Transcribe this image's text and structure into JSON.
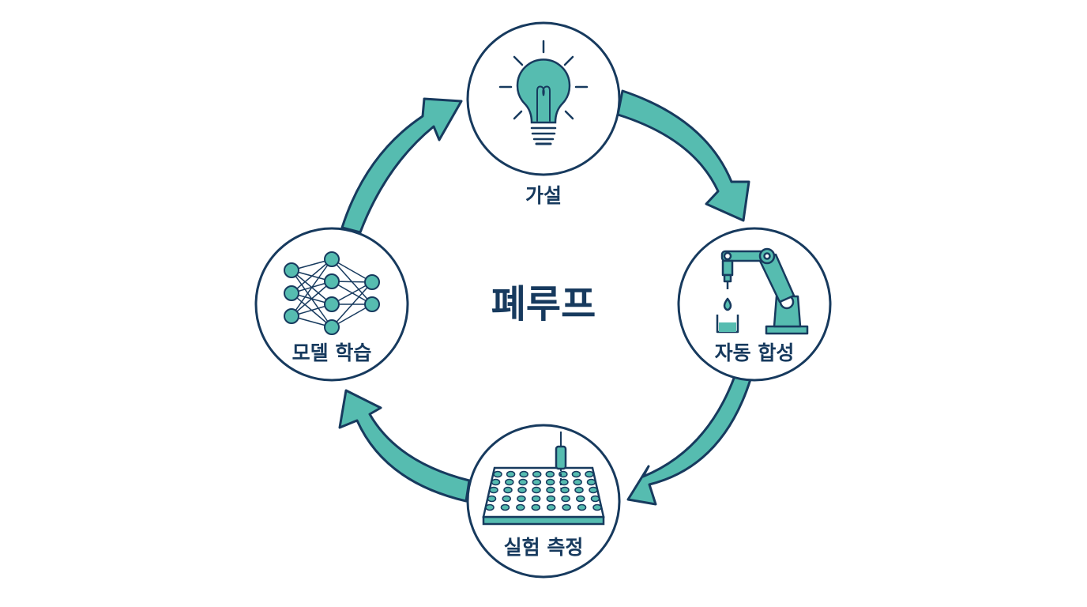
{
  "center": {
    "title": "폐루프"
  },
  "nodes": [
    {
      "id": "hypothesis",
      "label": "가설",
      "icon": "lightbulb-icon"
    },
    {
      "id": "synthesis",
      "label": "자동 합성",
      "icon": "robot-arm-icon"
    },
    {
      "id": "measurement",
      "label": "실험 측정",
      "icon": "well-plate-icon"
    },
    {
      "id": "training",
      "label": "모델 학습",
      "icon": "neural-network-icon"
    }
  ],
  "colors": {
    "accent": "#56bcb0",
    "outline": "#173a5e",
    "background": "#ffffff"
  }
}
